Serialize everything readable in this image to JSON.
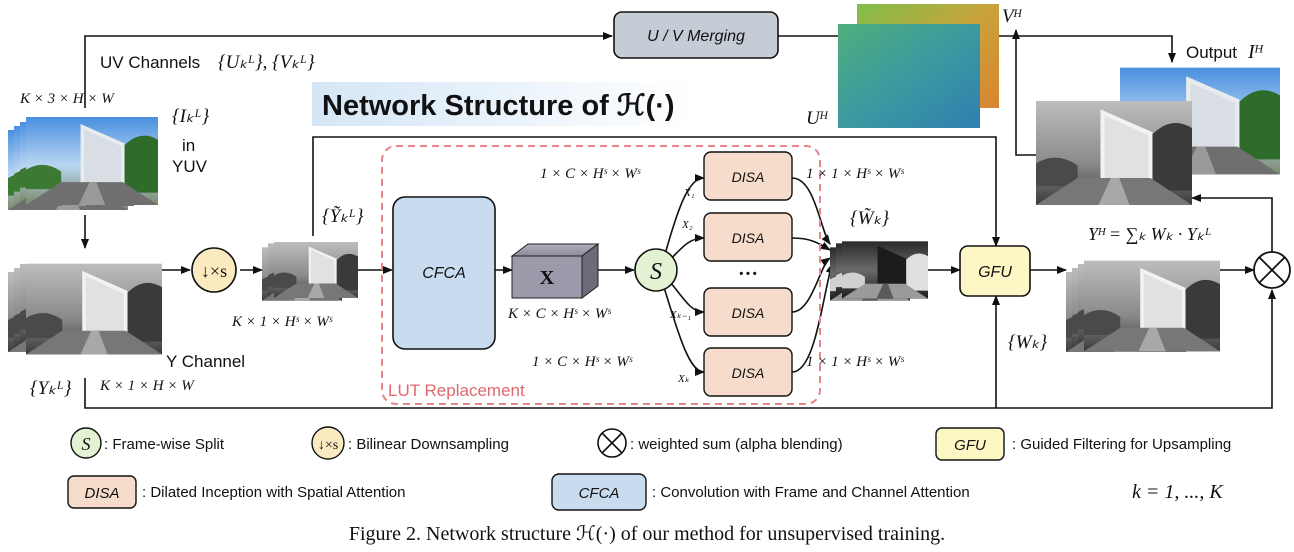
{
  "title_banner": "Network Structure of ℋ(·)",
  "caption": "Figure 2. Network structure ℋ(·) of our method for unsupervised training.",
  "labels": {
    "uv_channels": "UV Channels",
    "uv_sets": "{Uₖᴸ}, {Vₖᴸ}",
    "uv_merging": "U / V Merging",
    "vh": "Vᴴ",
    "uh": "Uᴴ",
    "output": "Output",
    "output_sym": "Iᴴ",
    "input_dims": "K × 3 × H × W",
    "input_set": "{Iₖᴸ}",
    "in": "in",
    "yuv": "YUV",
    "y_channel": "Y Channel",
    "y_set": "{Yₖᴸ}",
    "y_dims": "K × 1 × H × W",
    "ytilde_set": "{Ỹₖᴸ}",
    "ys_dims": "K × 1 × Hˢ × Wˢ",
    "cfca": "CFCA",
    "x": "X",
    "x_dims": "K × C × Hˢ × Wˢ",
    "s": "S",
    "dims_top_left": "1 × C × Hˢ × Wˢ",
    "dims_bottom_left": "1 × C × Hˢ × Wˢ",
    "dims_top_right": "1 × 1 × Hˢ × Wˢ",
    "dims_bottom_right": "1 × 1 × Hˢ × Wˢ",
    "x1": "X₁",
    "x2": "X₂",
    "xk1": "Xₖ₋₁",
    "xk": "Xₖ",
    "disa": "DISA",
    "dots": "···",
    "lut_replacement": "LUT Replacement",
    "wtilde_set": "{W̃ₖ}",
    "gfu": "GFU",
    "wk_set": "{Wₖ}",
    "yh_eq": "Yᴴ = ∑ₖ Wₖ · Yₖᴸ",
    "downsample": "↓×s"
  },
  "legend": {
    "split_text": ": Frame-wise Split",
    "downsample_text": ": Bilinear Downsampling",
    "weighted_text": ": weighted sum (alpha blending)",
    "gfu_text": ": Guided Filtering for Upsampling",
    "disa_text": ": Dilated Inception with Spatial Attention",
    "cfca_text": ": Convolution with Frame and Channel Attention",
    "k_range": "k = 1, ..., K"
  },
  "colors": {
    "disa_fill": "#f6dccb",
    "cfca_fill": "#c9dcef",
    "gfu_fill": "#fdf7c6",
    "split_fill": "#e3f2d2",
    "down_fill": "#fbeac0",
    "merge_fill": "#c5ccd6",
    "lut_border": "#e8878a",
    "lut_text": "#e0686c"
  }
}
